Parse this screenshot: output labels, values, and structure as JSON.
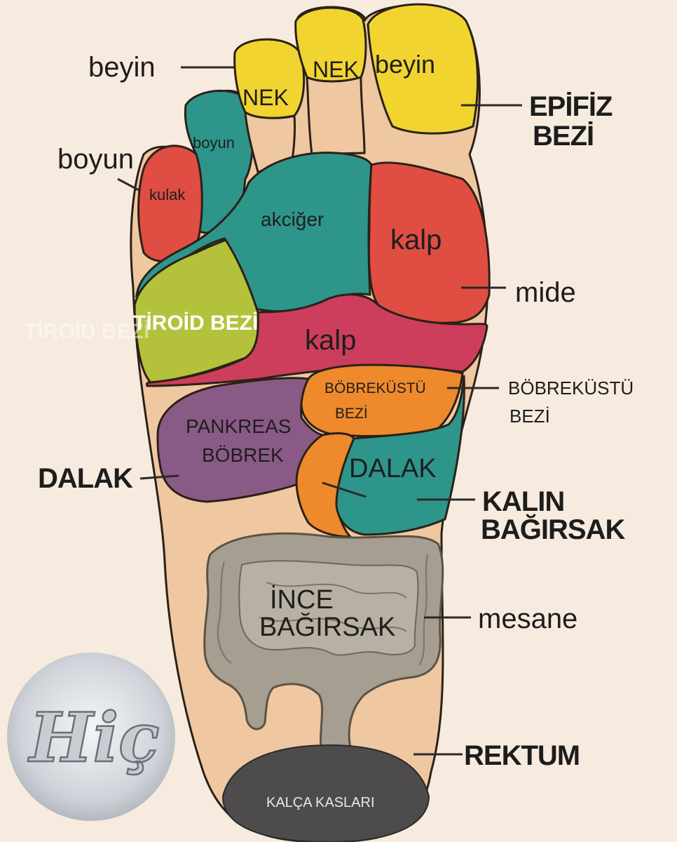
{
  "colors": {
    "background": "#f7ebdf",
    "skin": "#efc7a0",
    "yellow": "#f2d431",
    "teal": "#2e958a",
    "red": "#df4d43",
    "lime": "#b3c23a",
    "crimson": "#cc3e5c",
    "orange": "#ee8a2b",
    "purple": "#8a5a86",
    "gray": "#a59e91",
    "dark": "#4e4b4c"
  },
  "labels": {
    "outer": {
      "beyin": "beyin",
      "boyun": "boyun",
      "epifiz_line1": "EPİFİZ",
      "epifiz_line2": "BEZİ",
      "mide": "mide",
      "bobrekustu_line1": "BÖBREKÜSTÜ",
      "bobrekustu_line2": "BEZİ",
      "dalak": "DALAK",
      "kalin_line1": "KALIN",
      "kalin_line2": "BAĞIRSAK",
      "mesane": "mesane",
      "rektum": "REKTUM",
      "tiroid_ghost": "TİROİD BEZİ"
    },
    "zones": {
      "nek_small": "NEK",
      "nek_mid": "NEK",
      "beyin_big": "beyin",
      "boyun_toe": "boyun",
      "kulak": "kulak",
      "akciger": "akciğer",
      "kalp_upper": "kalp",
      "tiroid": "TİROİD BEZİ",
      "kalp_lower": "kalp",
      "bobrekustu_line1": "BÖBREKÜSTÜ",
      "bobrekustu_line2": "BEZİ",
      "pankreas_line1": "PANKREAS",
      "pankreas_line2": "BÖBREK",
      "dalak": "DALAK",
      "ince_line1": "İNCE",
      "ince_line2": "BAĞIRSAK",
      "kalca": "KALÇA KASLARI"
    },
    "logo_text": "Hiç"
  }
}
